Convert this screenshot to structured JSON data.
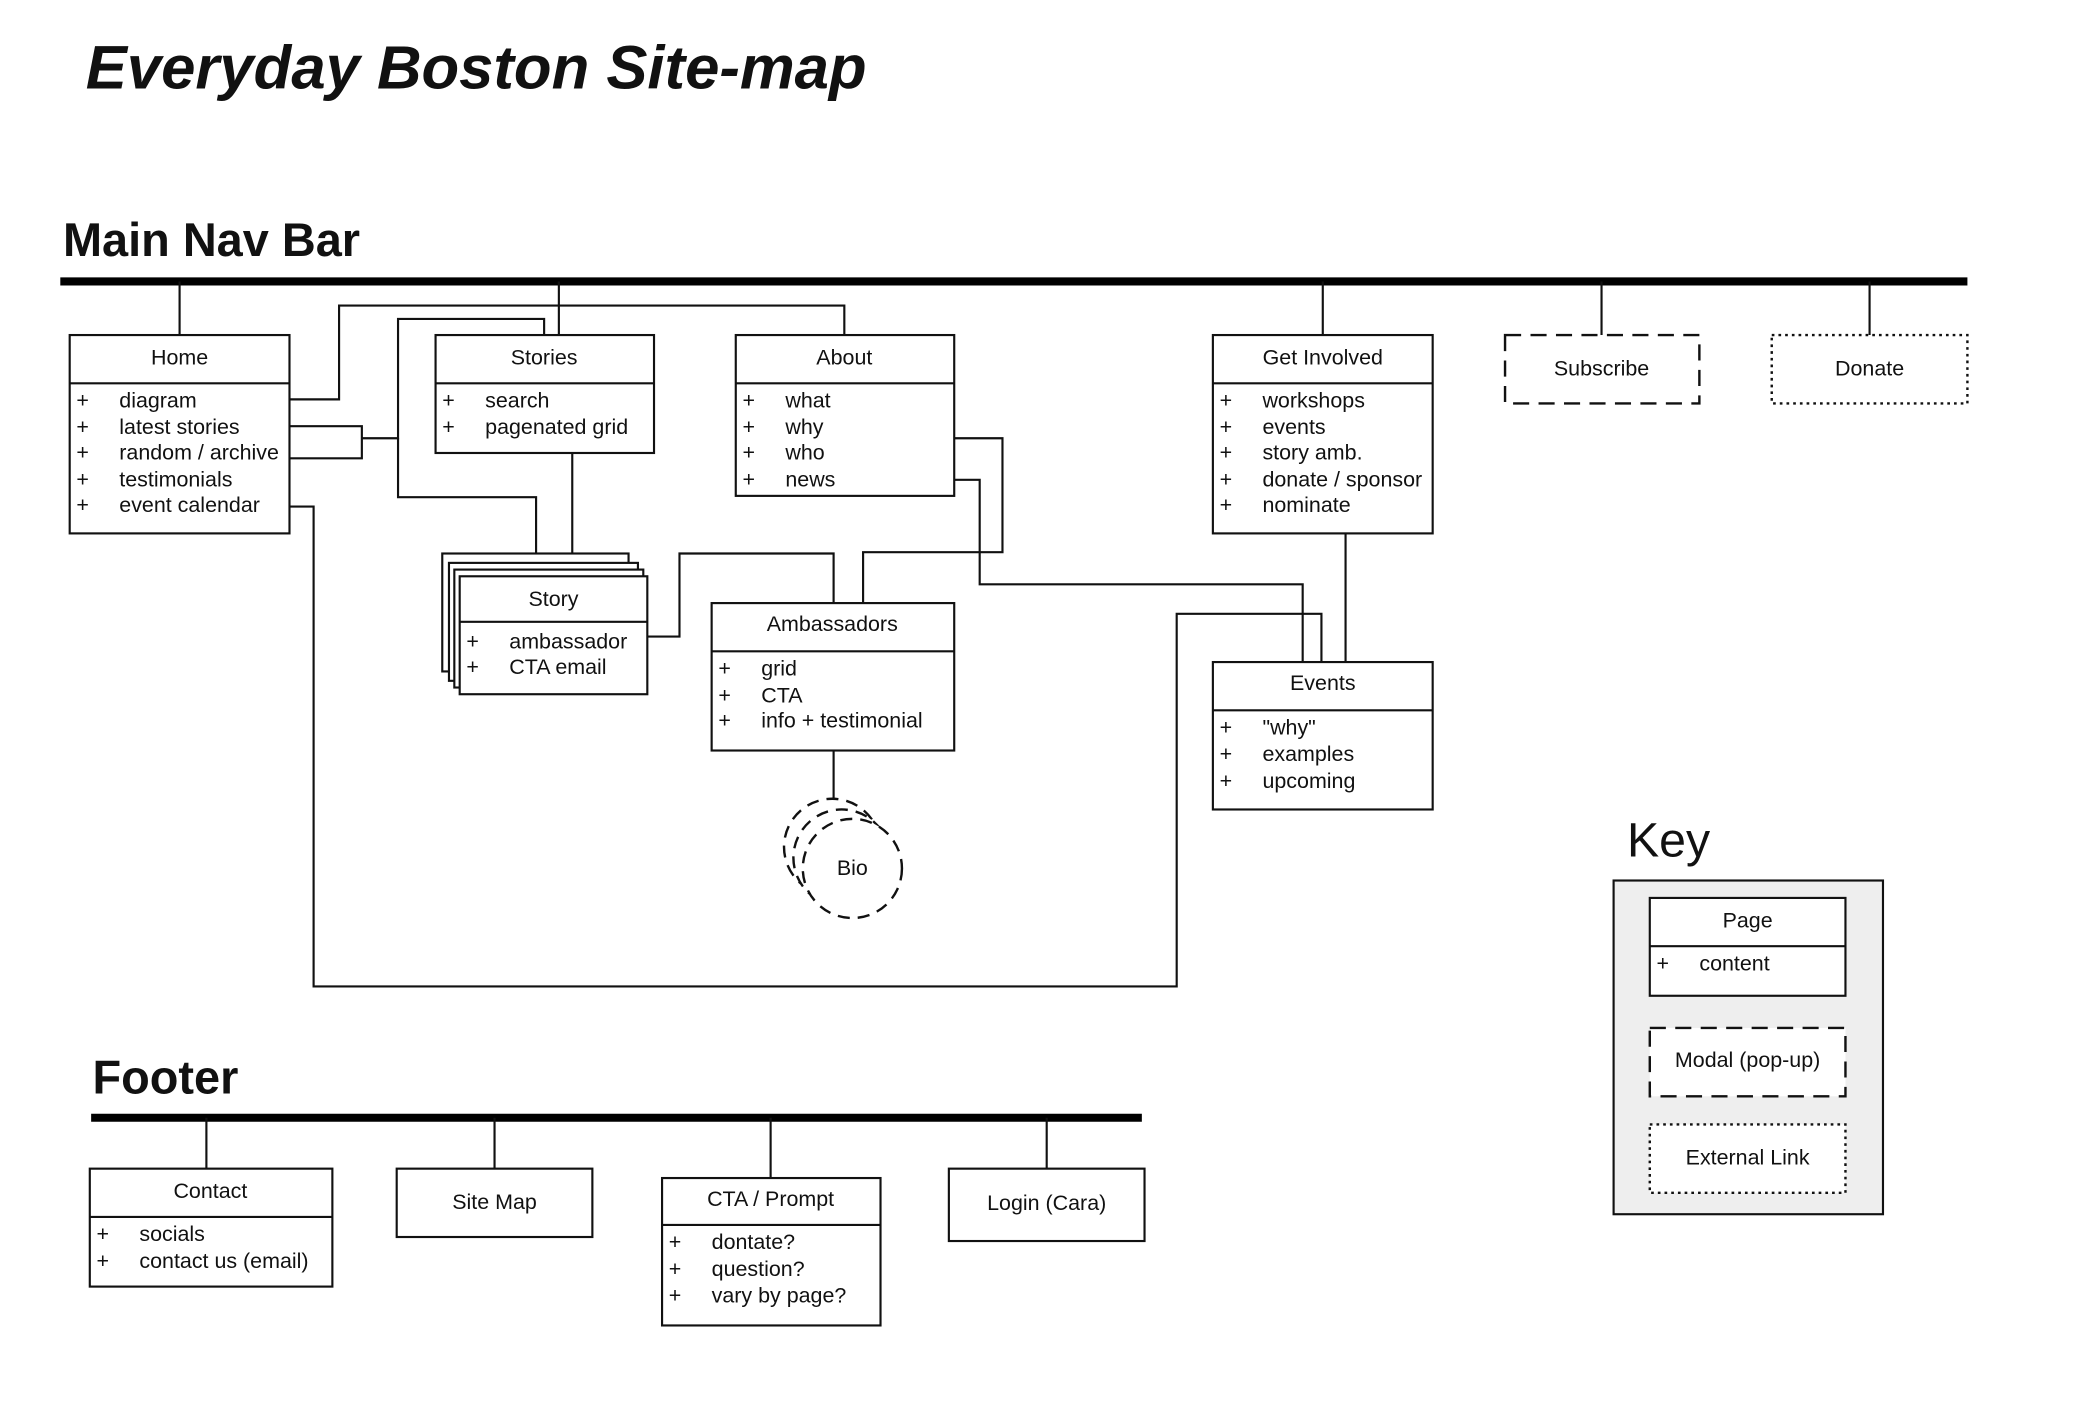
{
  "title": "Everyday Boston Site-map",
  "main_nav": {
    "label": "Main Nav Bar",
    "home": {
      "title": "Home",
      "items": [
        "diagram",
        "latest stories",
        "random / archive",
        "testimonials",
        "event calendar"
      ]
    },
    "stories": {
      "title": "Stories",
      "items": [
        "search",
        "pagenated grid"
      ]
    },
    "about": {
      "title": "About",
      "items": [
        "what",
        "why",
        "who",
        "news"
      ]
    },
    "get_involved": {
      "title": "Get Involved",
      "items": [
        "workshops",
        "events",
        "story amb.",
        "donate / sponsor",
        "nominate"
      ]
    },
    "subscribe": {
      "title": "Subscribe"
    },
    "donate": {
      "title": "Donate"
    }
  },
  "sub_pages": {
    "story": {
      "title": "Story",
      "items": [
        "ambassador",
        "CTA email"
      ]
    },
    "ambassadors": {
      "title": "Ambassadors",
      "items": [
        "grid",
        "CTA",
        "info + testimonial"
      ]
    },
    "events": {
      "title": "Events",
      "items": [
        "\"why\"",
        "examples",
        "upcoming"
      ]
    },
    "bio": {
      "title": "Bio"
    }
  },
  "footer": {
    "label": "Footer",
    "contact": {
      "title": "Contact",
      "items": [
        "socials",
        "contact us (email)"
      ]
    },
    "site_map": {
      "title": "Site Map"
    },
    "cta": {
      "title": "CTA / Prompt",
      "items": [
        "dontate?",
        "question?",
        "vary by page?"
      ]
    },
    "login": {
      "title": "Login (Cara)"
    }
  },
  "key": {
    "label": "Key",
    "page": {
      "title": "Page",
      "items": [
        "content"
      ]
    },
    "modal": {
      "title": "Modal (pop-up)"
    },
    "external": {
      "title": "External Link"
    }
  },
  "bullet": "+"
}
